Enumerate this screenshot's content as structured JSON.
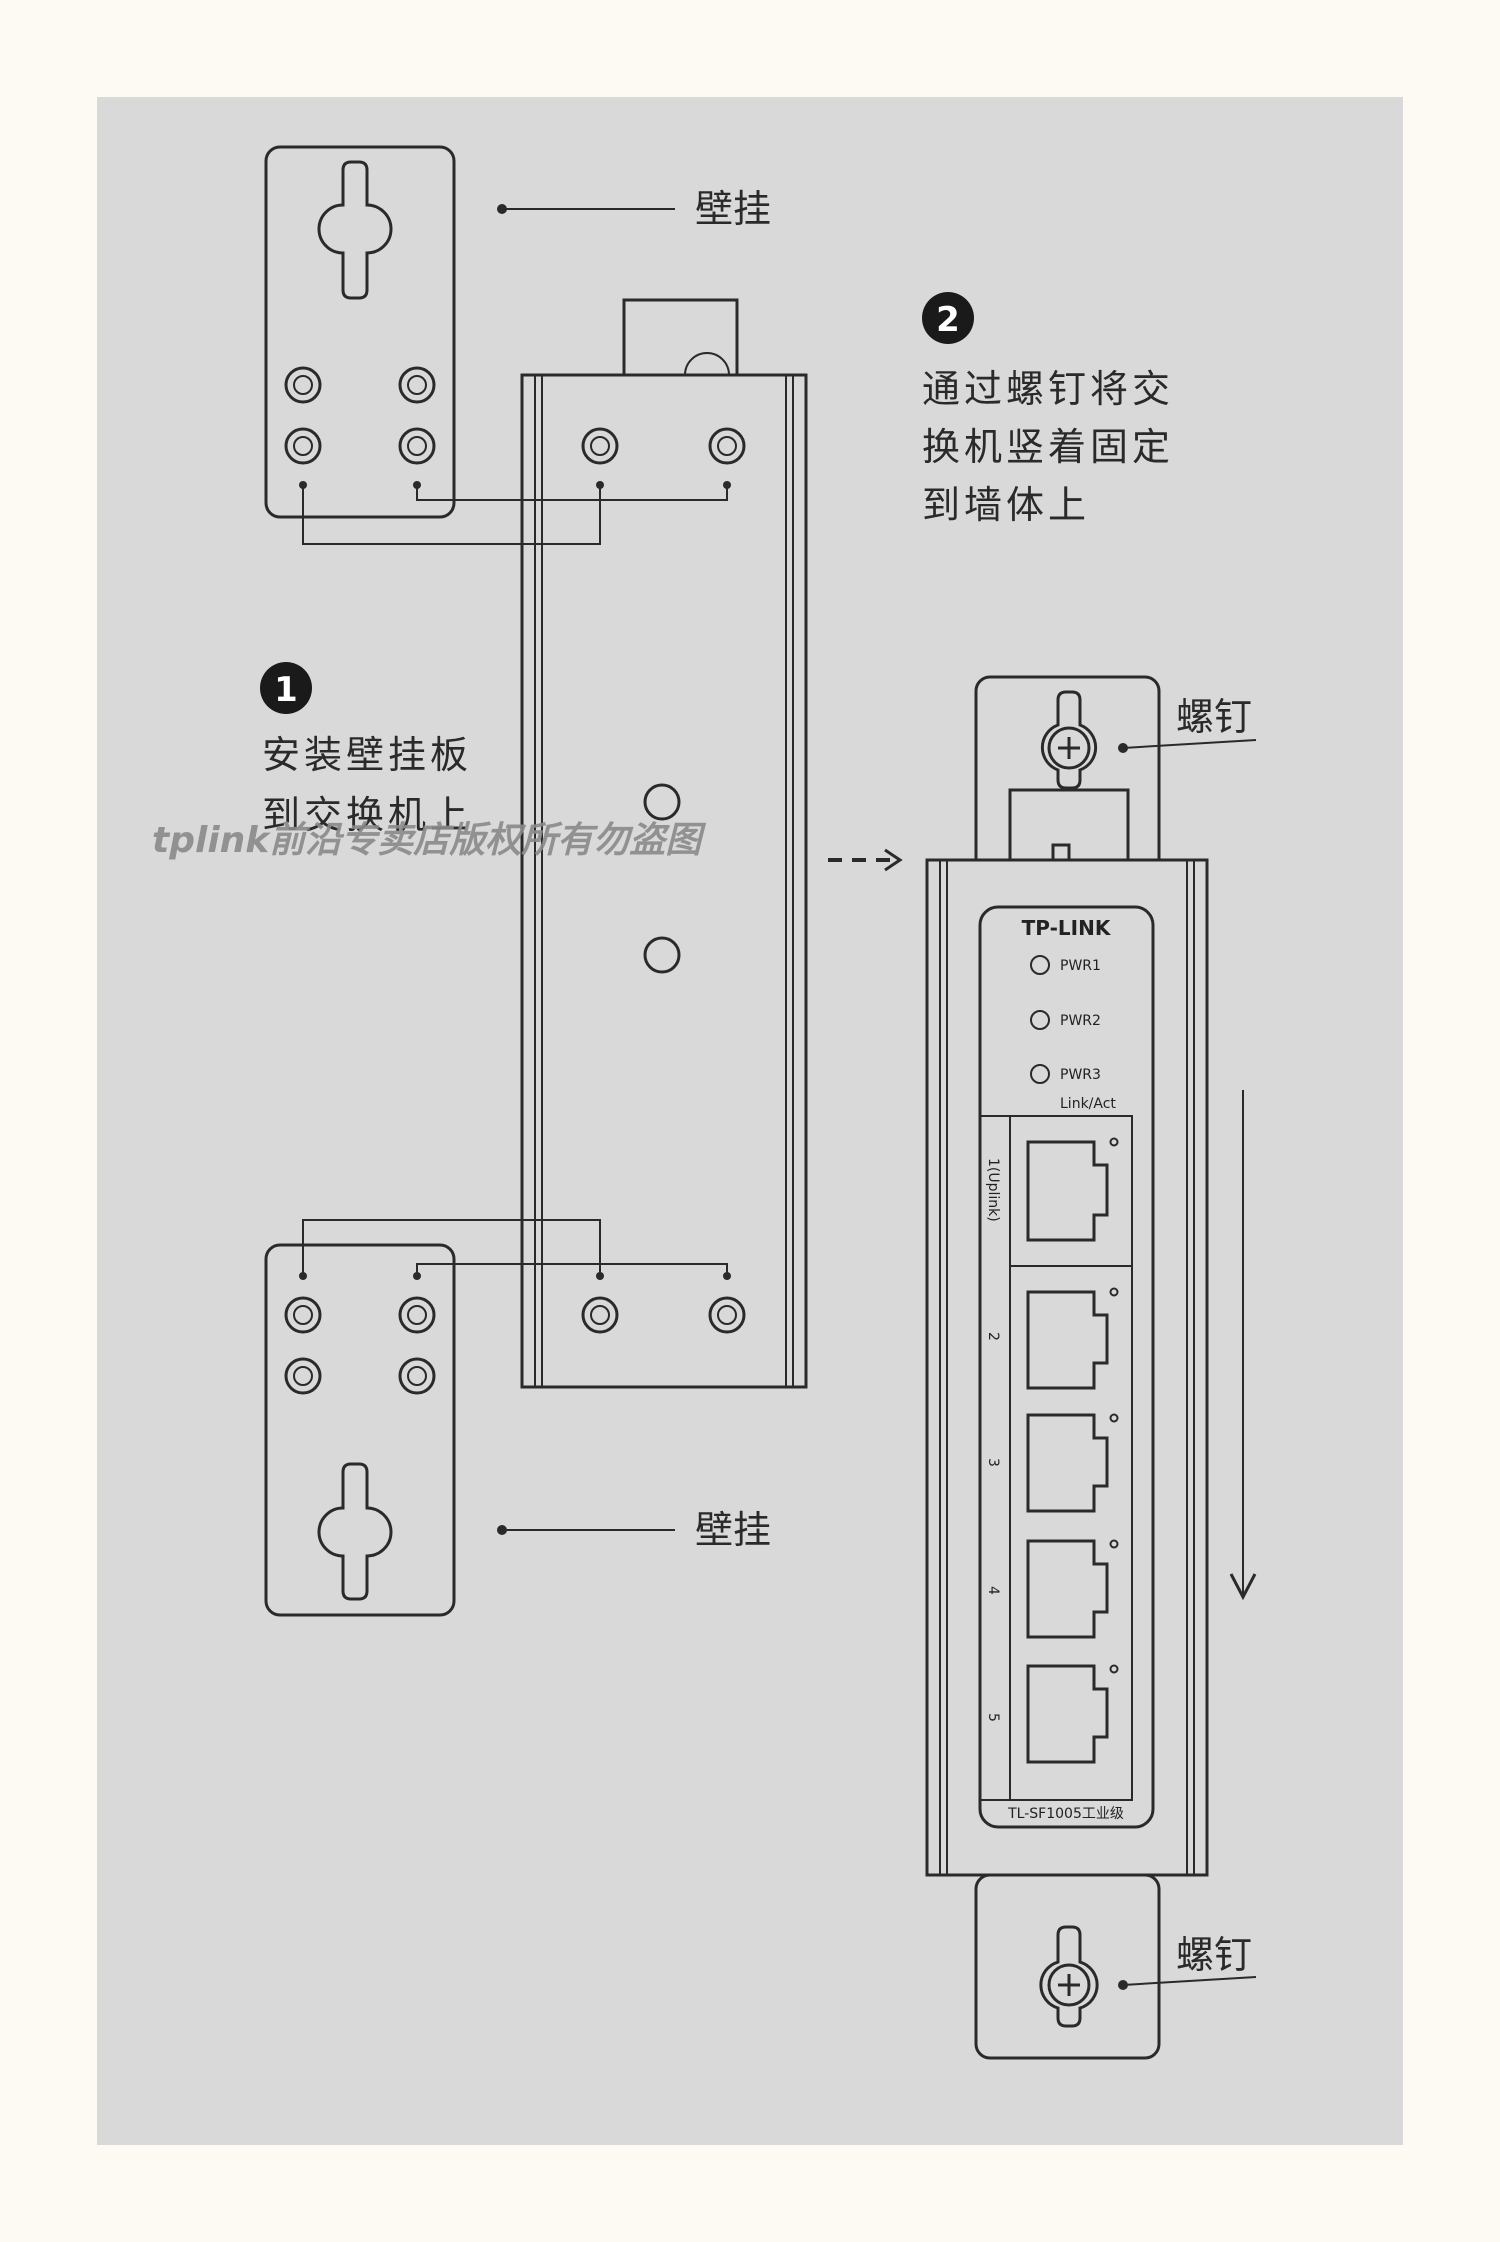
{
  "labels": {
    "wall_mount_top": "壁挂",
    "wall_mount_bottom": "壁挂",
    "screw_top": "螺钉",
    "screw_bottom": "螺钉"
  },
  "steps": [
    {
      "number": "1",
      "lines": [
        "安装壁挂板",
        "到交换机上"
      ]
    },
    {
      "number": "2",
      "lines": [
        "通过螺钉将交",
        "换机竖着固定",
        "到墙体上"
      ]
    }
  ],
  "watermark": "tplink前沿专卖店版权所有勿盗图",
  "device": {
    "brand": "TP-LINK",
    "leds": [
      "PWR1",
      "PWR2",
      "PWR3"
    ],
    "link_label": "Link/Act",
    "ports": [
      "1(Uplink)",
      "2",
      "3",
      "4",
      "5"
    ],
    "model": "TL-SF1005工业级"
  },
  "colors": {
    "page_background": "#fdfaf3",
    "panel_background": "#d9d9d9",
    "line": "#2a2a2a"
  }
}
